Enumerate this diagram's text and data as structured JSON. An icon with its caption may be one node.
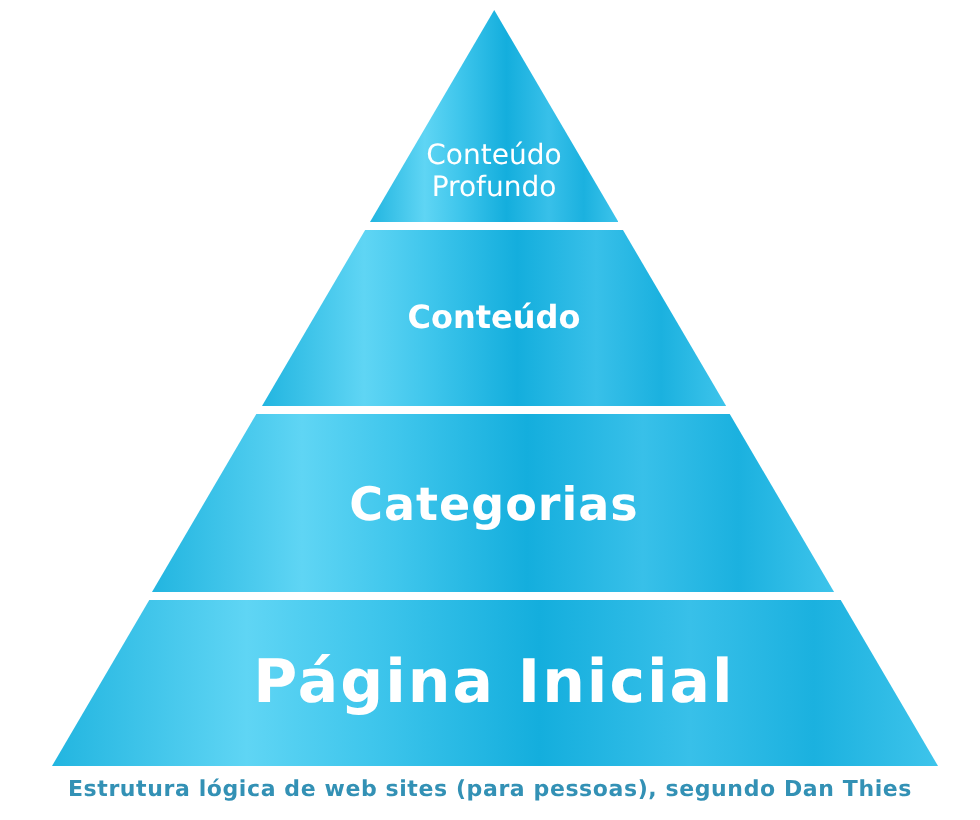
{
  "diagram": {
    "caption": "Estrutura lógica de web sites (para pessoas), segundo Dan Thies",
    "nodes": [
      {
        "text": [
          "Conteúdo Profundo"
        ]
      },
      {
        "text": [
          "Conteúdo"
        ]
      },
      {
        "text": [
          "Categorias"
        ]
      },
      {
        "text": [
          "Página Inicial"
        ]
      }
    ]
  }
}
